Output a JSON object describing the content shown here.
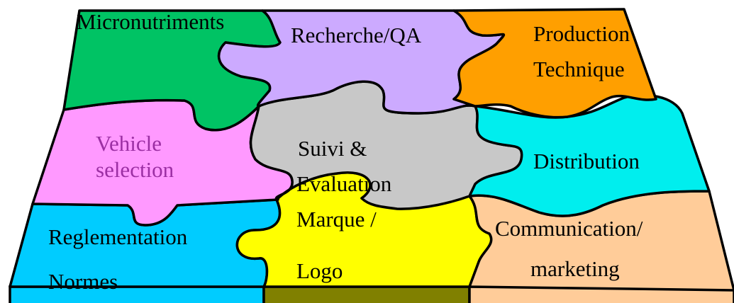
{
  "pieces": {
    "micronutriments": {
      "label": "Micronutriments",
      "color": "#00c364"
    },
    "recherche": {
      "label": "Recherche/QA",
      "color": "#ccaaff"
    },
    "production": {
      "line1": "Production",
      "line2": "Technique",
      "color": "#ff9f00"
    },
    "vehicle": {
      "line1": "Vehicle",
      "line2": "selection",
      "color": "#ff99ff",
      "text_color": "#9b2fa3"
    },
    "suivi": {
      "line1": "Suivi &",
      "line2": "Evaluation",
      "color": "#c8c8c8"
    },
    "distribution": {
      "label": "Distribution",
      "color": "#00eeee"
    },
    "reglementation": {
      "line1": "Reglementation",
      "line2": "Normes",
      "color": "#00ccff"
    },
    "marque": {
      "line1": "Marque /",
      "line2": "Logo",
      "color": "#ffff00"
    },
    "communication": {
      "line1": "Communication/",
      "line2": "marketing",
      "color": "#ffcc99"
    }
  },
  "base_edge_colors": [
    "#00ccff",
    "#808000",
    "#ffcc99"
  ]
}
